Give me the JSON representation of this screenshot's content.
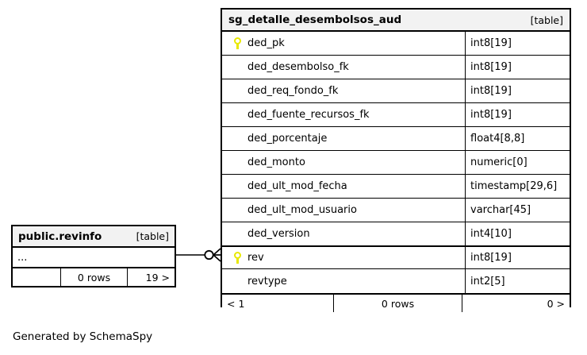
{
  "diagram": {
    "caption": "Generated by SchemaSpy",
    "background": "#ffffff",
    "key_color": "#e8e800"
  },
  "main_table": {
    "title": "sg_detalle_desembolsos_aud",
    "kind": "[table]",
    "columns": [
      {
        "name": "ded_pk",
        "type": "int8[19]",
        "key": true
      },
      {
        "name": "ded_desembolso_fk",
        "type": "int8[19]",
        "key": false
      },
      {
        "name": "ded_req_fondo_fk",
        "type": "int8[19]",
        "key": false
      },
      {
        "name": "ded_fuente_recursos_fk",
        "type": "int8[19]",
        "key": false
      },
      {
        "name": "ded_porcentaje",
        "type": "float4[8,8]",
        "key": false
      },
      {
        "name": "ded_monto",
        "type": "numeric[0]",
        "key": false
      },
      {
        "name": "ded_ult_mod_fecha",
        "type": "timestamp[29,6]",
        "key": false
      },
      {
        "name": "ded_ult_mod_usuario",
        "type": "varchar[45]",
        "key": false
      },
      {
        "name": "ded_version",
        "type": "int4[10]",
        "key": false
      },
      {
        "name": "rev",
        "type": "int8[19]",
        "key": true
      },
      {
        "name": "revtype",
        "type": "int2[5]",
        "key": false
      }
    ],
    "footer": {
      "left": "< 1",
      "middle": "0 rows",
      "right": "0 >"
    }
  },
  "ref_table": {
    "title": "public.revinfo",
    "kind": "[table]",
    "ellipsis": "...",
    "footer": {
      "left": "",
      "middle": "0 rows",
      "right": "19 >"
    }
  }
}
